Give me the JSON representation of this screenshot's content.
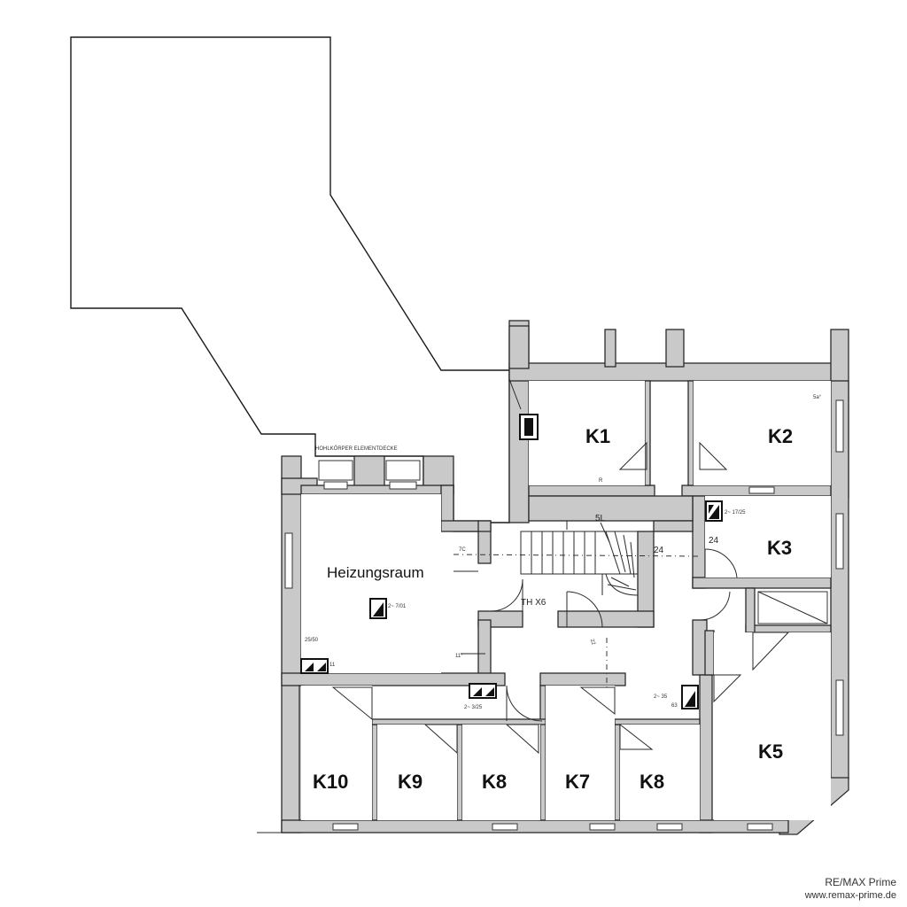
{
  "rooms": {
    "k1": "K1",
    "k2": "K2",
    "k3": "K3",
    "k5": "K5",
    "k7": "K7",
    "k8a": "K8",
    "k8b": "K8",
    "k9": "K9",
    "k10": "K10",
    "heizungsraum": "Heizungsraum",
    "stair": "TH X6"
  },
  "notes": {
    "k2_corner": "5a°",
    "k3_flue": "2~ 17/25",
    "k3_dim": "24",
    "stair_top": "5L",
    "stair_right": "24",
    "stair_left": "7C",
    "heiz_flue": "2~ 7/01",
    "heiz_dim": "25/50",
    "heiz_small": "11",
    "corridor_dim": "11°",
    "corridor_flue": "2~ 3/25",
    "k7_flue_a": "2~ 35",
    "k7_flue_b": "63",
    "corridor_mark": "22",
    "k1_small": "R",
    "top_caption": "HOHLKÖRPER ELEMENTDECKE"
  },
  "brand": {
    "name": "RE/MAX Prime",
    "url": "www.remax-prime.de"
  }
}
